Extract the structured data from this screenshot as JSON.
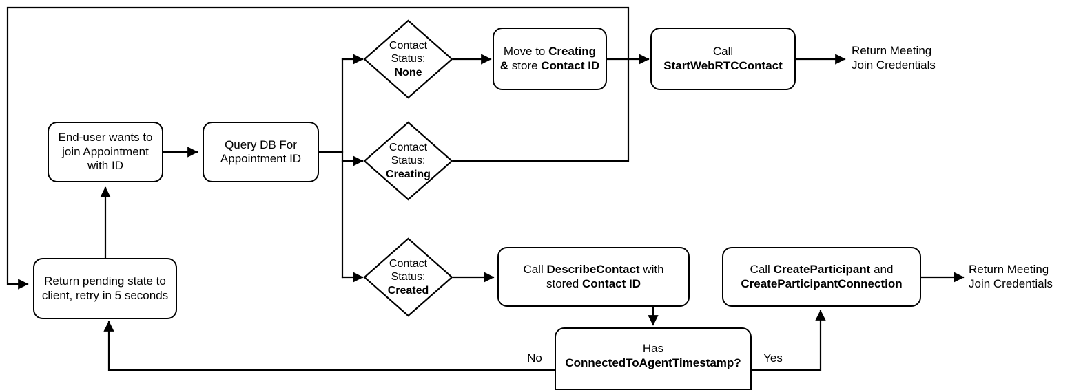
{
  "diagram": {
    "type": "flowchart",
    "title": "Appointment join flow with Amazon Connect WebRTC contact",
    "stroke_color": "#000000",
    "background_color": "#ffffff",
    "nodes": [
      {
        "id": "end-user-wants-to-join",
        "shape": "rounded-rect",
        "text": "End-user wants to join Appointment with ID"
      },
      {
        "id": "query-db",
        "shape": "rounded-rect",
        "text": "Query DB For Appointment ID"
      },
      {
        "id": "contact-status-none",
        "shape": "diamond",
        "line1": "Contact",
        "line2": "Status:",
        "line3": "None"
      },
      {
        "id": "contact-status-creating",
        "shape": "diamond",
        "line1": "Contact",
        "line2": "Status:",
        "line3": "Creating"
      },
      {
        "id": "contact-status-created",
        "shape": "diamond",
        "line1": "Contact",
        "line2": "Status:",
        "line3": "Created"
      },
      {
        "id": "move-to-creating",
        "shape": "rounded-rect",
        "line1_pre": "Move to ",
        "line1_bold": "Creating",
        "line2_bold_a": "&",
        "line2_mid": " store ",
        "line2_bold_b": "Contact ID"
      },
      {
        "id": "call-startwebrtccontact",
        "shape": "rounded-rect",
        "line1": "Call",
        "line2_bold": "StartWebRTCContact"
      },
      {
        "id": "call-describecontact",
        "shape": "rounded-rect",
        "line1_pre": "Call ",
        "line1_bold": "DescribeContact",
        "line1_post": " with",
        "line2_pre": "stored ",
        "line2_bold": "Contact ID"
      },
      {
        "id": "call-createparticipant",
        "shape": "rounded-rect",
        "line1_pre": "Call ",
        "line1_bold": "CreateParticipant",
        "line1_post": " and",
        "line2_bold": "CreateParticipantConnection"
      },
      {
        "id": "has-connectedtoagenttimestamp",
        "shape": "rounded-rect",
        "line1": "Has",
        "line2_bold": "ConnectedToAgentTimestamp?"
      },
      {
        "id": "return-pending-state",
        "shape": "rounded-rect",
        "text": "Return pending state to client, retry in 5 seconds"
      }
    ],
    "terminal_texts": [
      {
        "id": "return-meeting-join-credentials-top",
        "text": "Return Meeting\nJoin Credentials"
      },
      {
        "id": "return-meeting-join-credentials-bottom",
        "text": "Return Meeting\nJoin Credentials"
      }
    ],
    "edge_labels": [
      {
        "id": "edge-label-no",
        "text": "No"
      },
      {
        "id": "edge-label-yes",
        "text": "Yes"
      }
    ]
  }
}
